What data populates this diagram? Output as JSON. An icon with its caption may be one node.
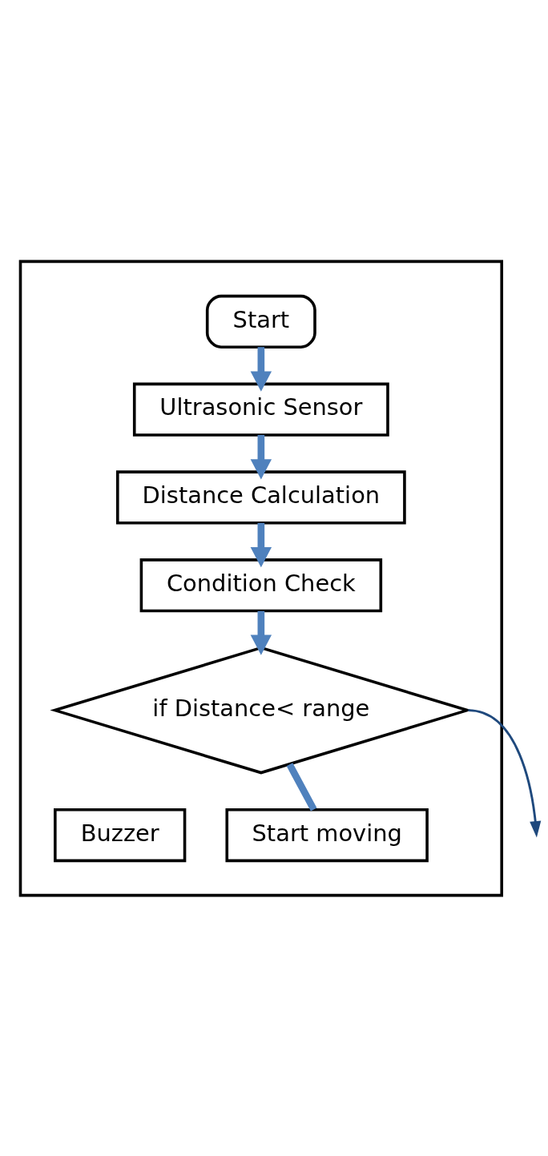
{
  "diagram": {
    "nodes": [
      {
        "text": [],
        "shape": "box"
      },
      {
        "text": [
          "Start"
        ],
        "in": 0
      },
      {
        "text": [
          "Ultrasonic Sensor"
        ],
        "in": 0
      },
      {
        "text": [
          "Distance Calculation"
        ],
        "in": 0
      },
      {
        "text": [
          "Condition Check"
        ],
        "in": 0
      },
      {
        "text": [
          "if Distance< range"
        ],
        "in": 0
      },
      {
        "text": [
          "Buzzer"
        ],
        "in": 0
      },
      {
        "text": [
          "Start moving"
        ],
        "in": 0
      }
    ],
    "edges": [
      {
        "from": 1,
        "to": 2,
        "arrow": "to"
      },
      {
        "from": 2,
        "to": 3,
        "arrow": "to"
      },
      {
        "from": 3,
        "to": 4,
        "arrow": "to"
      },
      {
        "from": 4,
        "to": 5,
        "arrow": "to"
      },
      {
        "from": 5,
        "to": 7,
        "arrow": "none"
      },
      {
        "from": 5,
        "to": null,
        "arrow": "to",
        "color": "#1f497d"
      }
    ]
  }
}
